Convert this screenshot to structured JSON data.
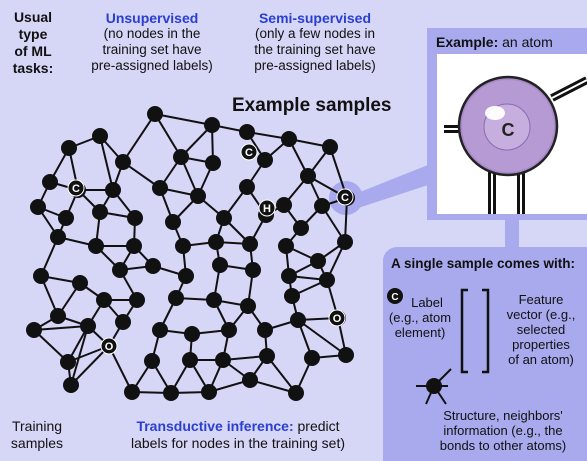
{
  "heading": {
    "line1": "Usual",
    "line2": "type",
    "line3": "of ML",
    "line4": "tasks:"
  },
  "tasks": [
    {
      "title": "Unsupervised",
      "desc1": "(no nodes in the",
      "desc2": "training set have",
      "desc3": "pre-assigned labels)"
    },
    {
      "title": "Semi-supervised",
      "desc1": "(only a few nodes in",
      "desc2": "the training set have",
      "desc3": "pre-assigned labels)"
    }
  ],
  "samples_title": "Example samples",
  "node_labels": {
    "c": "C",
    "h": "H",
    "o": "O"
  },
  "atom_box": {
    "title_bold": "Example:",
    "title_rest": " an atom",
    "atom_letter": "C"
  },
  "sample_box": {
    "title": "A single sample comes with:",
    "label_icon": "C",
    "label_text1": "Label",
    "label_text2": "(e.g., atom",
    "label_text3": "element)",
    "feature_text1": "Feature",
    "feature_text2": "vector (e.g.,",
    "feature_text3": "selected",
    "feature_text4": "properties",
    "feature_text5": "of an atom)",
    "structure_text1": "Structure, neighbors'",
    "structure_text2": "information (e.g., the",
    "structure_text3": "bonds to other atoms)"
  },
  "footer": {
    "training1": "Training",
    "training2": "samples",
    "transductive_bold": "Transductive inference:",
    "transductive_rest1": " predict",
    "transductive_rest2": "labels for nodes in the training set)"
  },
  "colors": {
    "background": "#d6d6f7",
    "accent": "#2a3fd0",
    "panel": "#a9a9ee",
    "atom": "#a98ac9"
  }
}
